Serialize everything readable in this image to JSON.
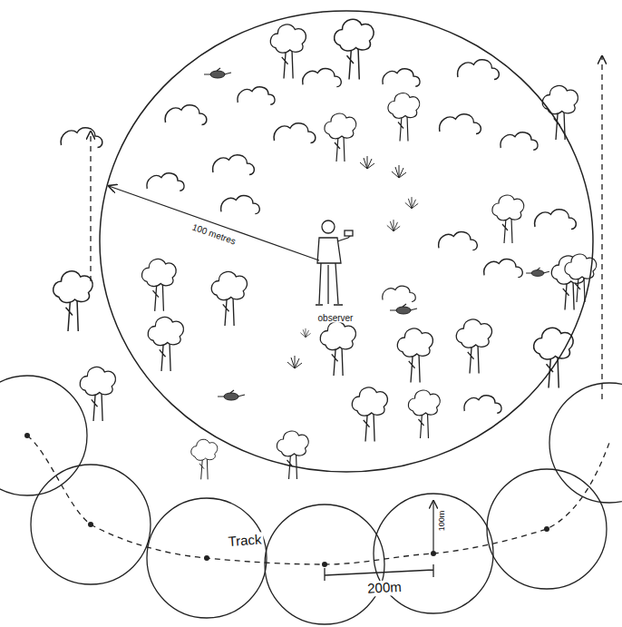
{
  "diagram": {
    "labels": [
      "100 metres",
      "observer",
      "Track",
      "200m",
      "100m"
    ]
  }
}
